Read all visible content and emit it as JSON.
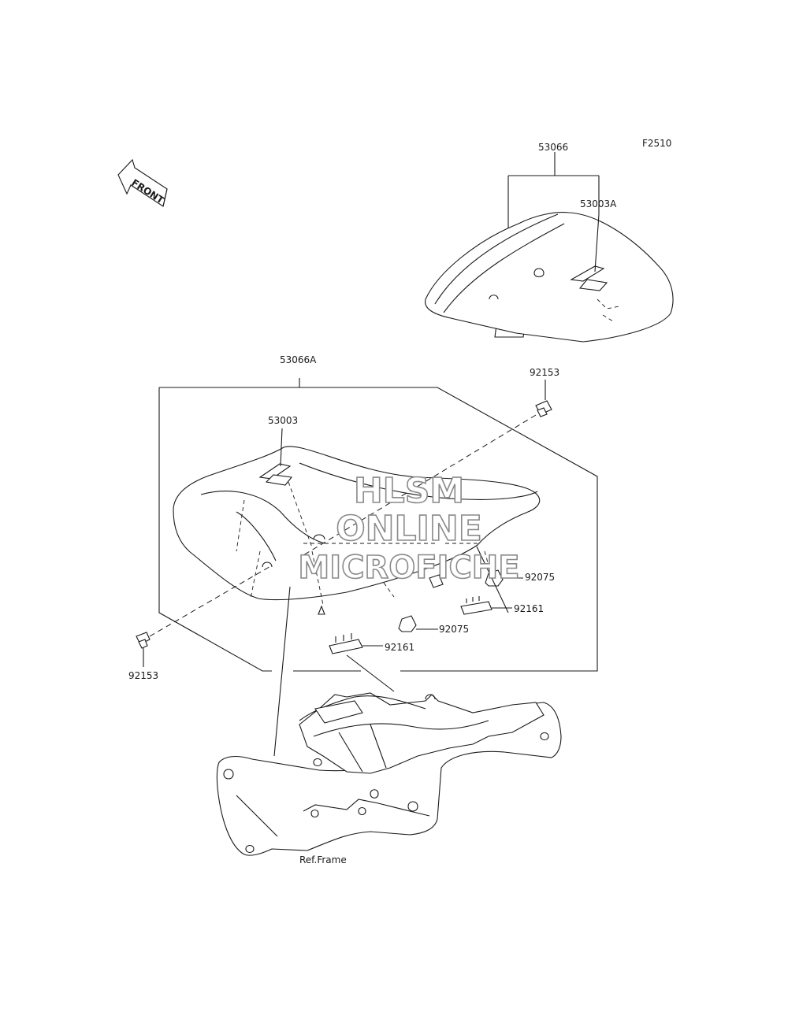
{
  "diagram_code": "F2510",
  "front_label": "FRONT",
  "labels": {
    "p53066": "53066",
    "p53003A": "53003A",
    "p53066A": "53066A",
    "p92153_top": "92153",
    "p53003": "53003",
    "p92075_right": "92075",
    "p92161_right": "92161",
    "p92075_mid": "92075",
    "p92161_mid": "92161",
    "p92153_left": "92153",
    "ref_frame": "Ref.Frame"
  },
  "watermark": {
    "line1": "HLSM",
    "line2": "ONLINE",
    "line3": "MICROFICHE",
    "color": "#8a8a8a"
  }
}
